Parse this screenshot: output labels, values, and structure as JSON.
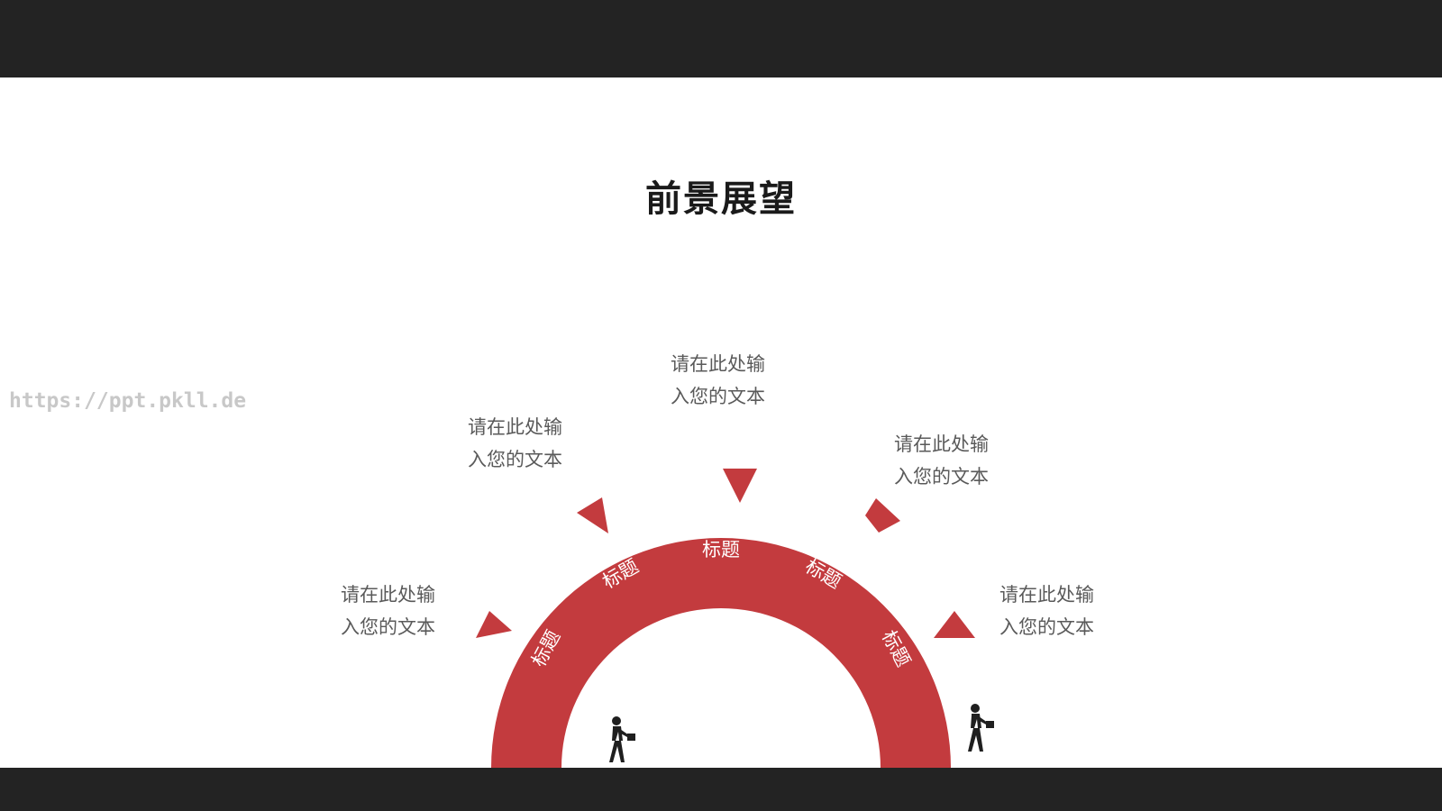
{
  "slide": {
    "title": "前景展望",
    "watermark": "https://ppt.pkll.de"
  },
  "segments": [
    {
      "label": "标题"
    },
    {
      "label": "标题"
    },
    {
      "label": "标题"
    },
    {
      "label": "标题"
    },
    {
      "label": "标题"
    }
  ],
  "descriptions": {
    "left": "请在此处输\n入您的文本",
    "upper_left": "请在此处输\n入您的文本",
    "top": "请在此处输\n入您的文本",
    "upper_right": "请在此处输\n入您的文本",
    "right": "请在此处输\n入您的文本"
  },
  "colors": {
    "accent": "#c33b3e",
    "frame": "#232323",
    "text": "#5a5a5a"
  },
  "icons": {
    "left_figure": "walking-businessman-icon",
    "right_figure": "walking-businessman-icon"
  }
}
